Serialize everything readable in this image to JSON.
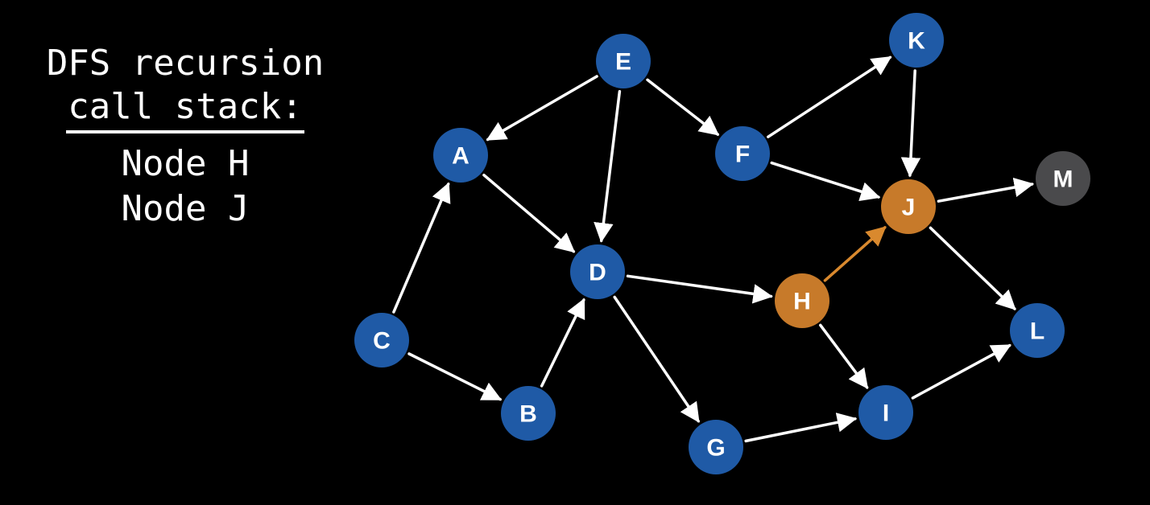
{
  "call_stack": {
    "title_line1": "DFS recursion",
    "title_line2": "call stack:",
    "items": [
      "Node H",
      "Node J"
    ]
  },
  "colors": {
    "background": "#000000",
    "node_default": "#1f5aa6",
    "node_active": "#c77a2a",
    "node_unreachable": "#4a4a4c",
    "edge_default": "#ffffff",
    "edge_active": "#d9892e"
  },
  "graph": {
    "nodes": [
      {
        "id": "E",
        "state": "default"
      },
      {
        "id": "K",
        "state": "default"
      },
      {
        "id": "A",
        "state": "default"
      },
      {
        "id": "F",
        "state": "default"
      },
      {
        "id": "M",
        "state": "unreachable"
      },
      {
        "id": "J",
        "state": "active"
      },
      {
        "id": "D",
        "state": "default"
      },
      {
        "id": "H",
        "state": "active"
      },
      {
        "id": "C",
        "state": "default"
      },
      {
        "id": "L",
        "state": "default"
      },
      {
        "id": "B",
        "state": "default"
      },
      {
        "id": "I",
        "state": "default"
      },
      {
        "id": "G",
        "state": "default"
      }
    ],
    "edges": [
      {
        "from": "E",
        "to": "A",
        "state": "default"
      },
      {
        "from": "E",
        "to": "D",
        "state": "default"
      },
      {
        "from": "E",
        "to": "F",
        "state": "default"
      },
      {
        "from": "F",
        "to": "K",
        "state": "default"
      },
      {
        "from": "F",
        "to": "J",
        "state": "default"
      },
      {
        "from": "K",
        "to": "J",
        "state": "default"
      },
      {
        "from": "J",
        "to": "M",
        "state": "default"
      },
      {
        "from": "J",
        "to": "L",
        "state": "default"
      },
      {
        "from": "A",
        "to": "D",
        "state": "default"
      },
      {
        "from": "C",
        "to": "A",
        "state": "default"
      },
      {
        "from": "C",
        "to": "B",
        "state": "default"
      },
      {
        "from": "B",
        "to": "D",
        "state": "default"
      },
      {
        "from": "D",
        "to": "H",
        "state": "default"
      },
      {
        "from": "D",
        "to": "G",
        "state": "default"
      },
      {
        "from": "H",
        "to": "J",
        "state": "active"
      },
      {
        "from": "H",
        "to": "I",
        "state": "default"
      },
      {
        "from": "G",
        "to": "I",
        "state": "default"
      },
      {
        "from": "I",
        "to": "L",
        "state": "default"
      }
    ]
  }
}
